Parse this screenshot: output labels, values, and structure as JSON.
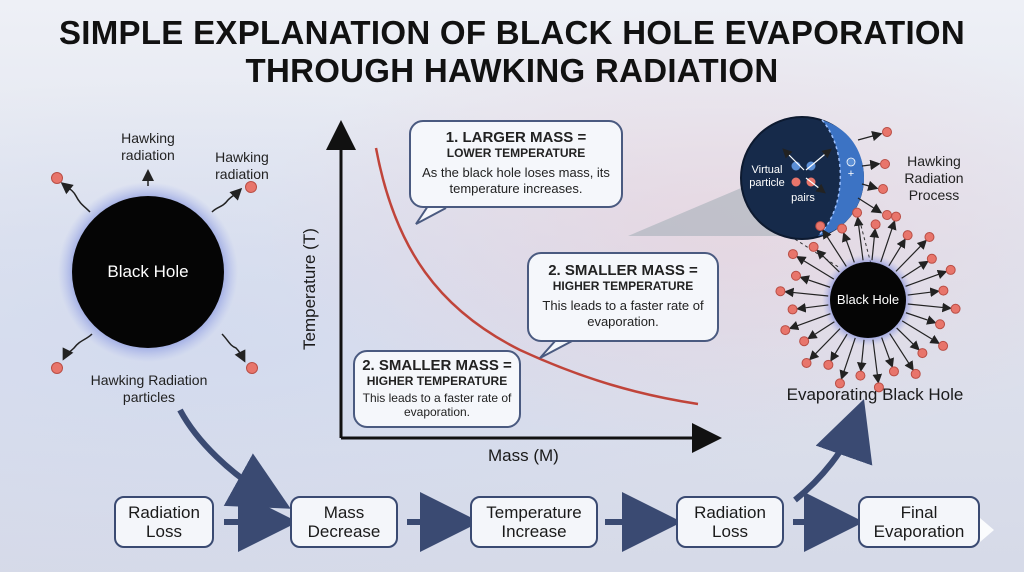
{
  "title": {
    "line1": "SIMPLE EXPLANATION OF BLACK HOLE EVAPORATION",
    "line2": "THROUGH HAWKING RADIATION"
  },
  "left_black_hole": {
    "label": "Black Hole",
    "radiation_top": "Hawking radiation",
    "radiation_right": "Hawking radiation",
    "particles_label": "Hawking Radiation particles"
  },
  "graph": {
    "y_label": "Temperature (T)",
    "x_label": "Mass (M)",
    "callout1": {
      "heading_1": "1. LARGER MASS =",
      "heading_2": "LOWER TEMPERATURE",
      "body": "As the black hole loses mass, its temperature increases."
    },
    "callout2": {
      "heading_1": "2. SMALLER MASS =",
      "heading_2": "HIGHER TEMPERATURE",
      "body": "This leads to a faster rate of evaporation."
    },
    "callout3": {
      "heading_1": "2. SMALLER MASS =",
      "heading_2": "HIGHER TEMPERATURE",
      "body": "This leads to a faster rate of evaporation."
    }
  },
  "inset": {
    "virtual_label_1": "Virtual",
    "virtual_label_2": "particle",
    "pairs_label": "pairs",
    "process_label": "Hawking Radiation Process",
    "plus_sign": "+"
  },
  "evaporating": {
    "label": "Black Hole",
    "title": "Evaporating Black Hole"
  },
  "flow": {
    "steps": [
      "Radiation Loss",
      "Mass Decrease",
      "Temperature Increase",
      "Radiation Loss",
      "Final Evaporation"
    ]
  },
  "colors": {
    "curve": "#c0443a",
    "particle": "#e8756b",
    "arrow": "#3a4a72",
    "virtual_blue": "#5b8fd6"
  }
}
